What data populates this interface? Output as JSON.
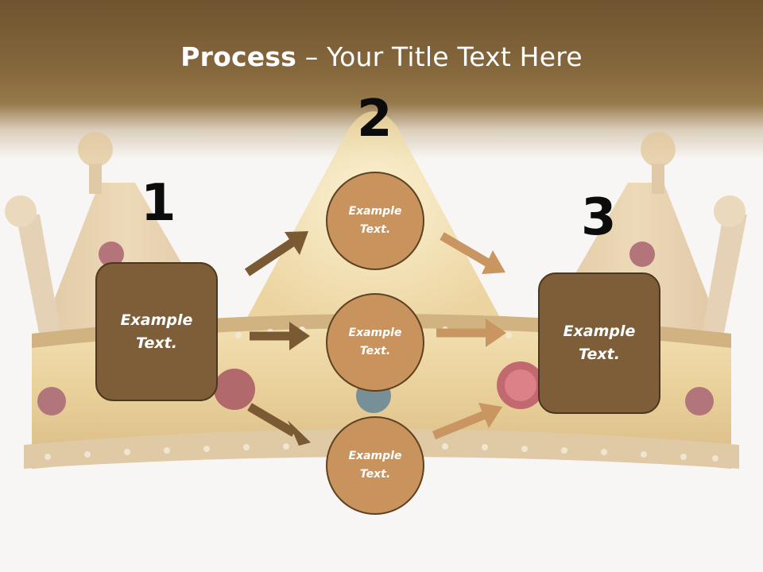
{
  "title": {
    "bold": "Process",
    "rest": " – Your Title Text Here"
  },
  "steps": {
    "one": "1",
    "two": "2",
    "three": "3"
  },
  "left_box": {
    "text": "Example Text."
  },
  "right_box": {
    "text": "Example Text."
  },
  "circles": [
    {
      "text": "Example Text."
    },
    {
      "text": "Example Text."
    },
    {
      "text": "Example Text."
    }
  ],
  "colors": {
    "header": "#7a5c34",
    "box_fill": "#7d5e38",
    "circle_fill": "#c9935e",
    "arrow_dark": "#7a5a32",
    "arrow_light": "#c99560"
  }
}
